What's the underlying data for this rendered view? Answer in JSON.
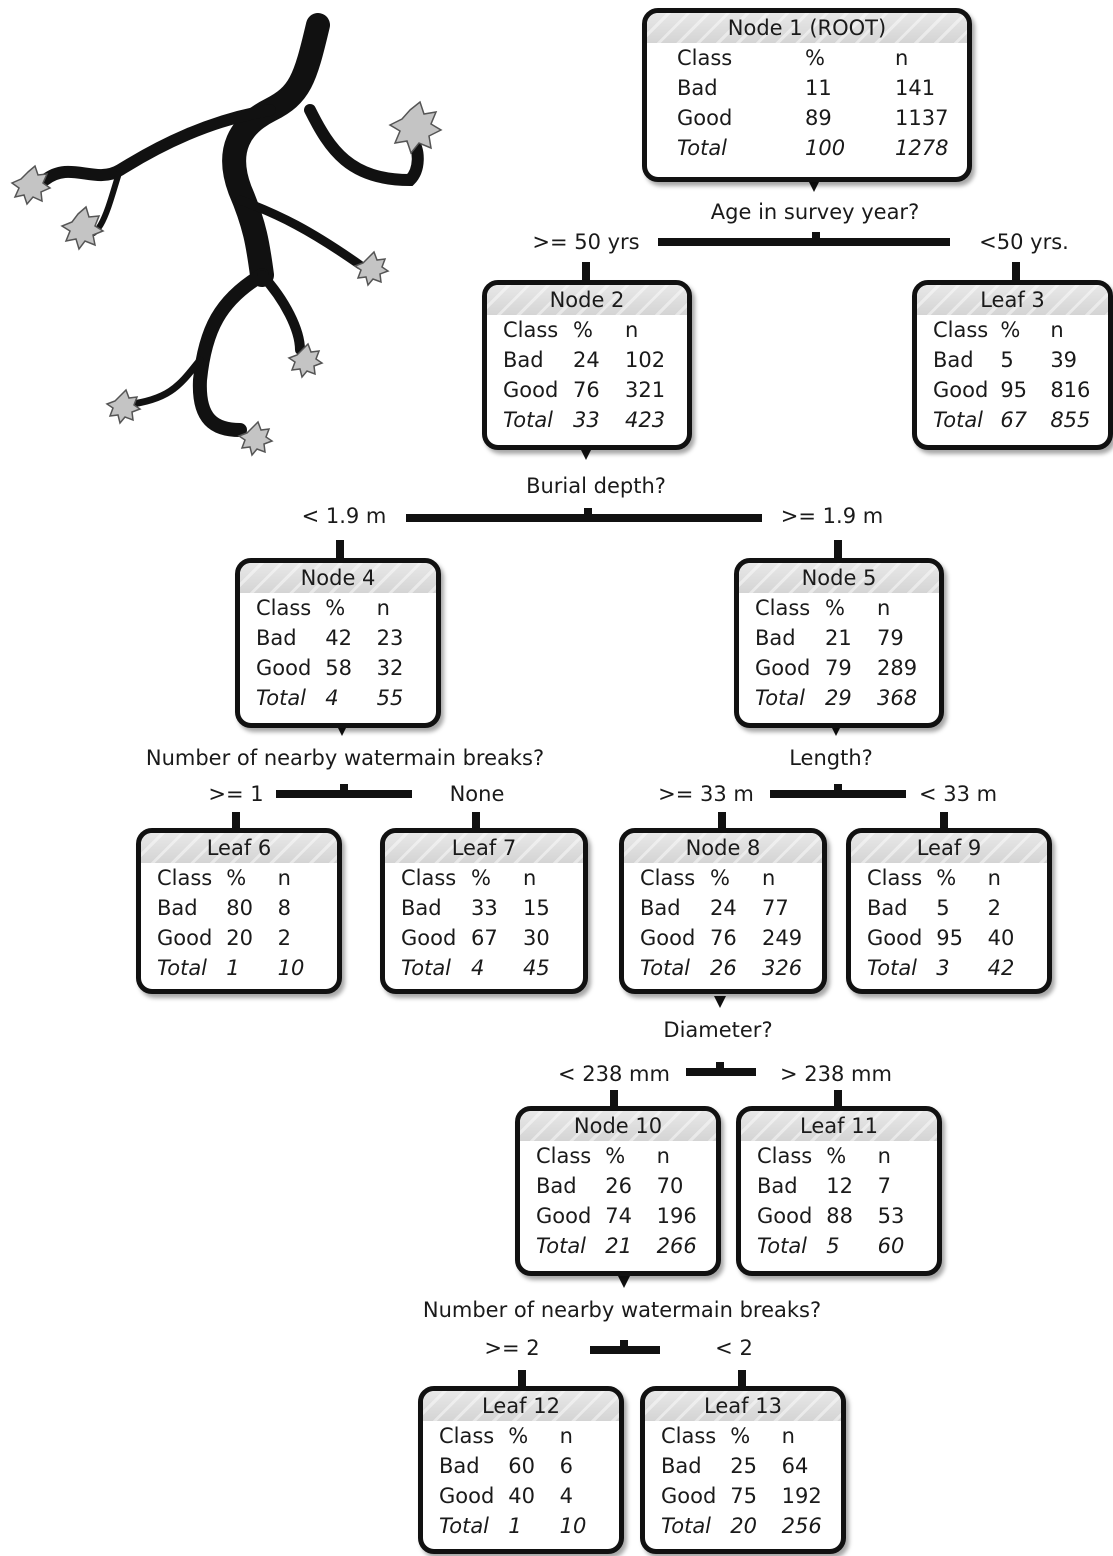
{
  "header": {
    "class": "Class",
    "pct": "%",
    "n": "n"
  },
  "nodes": {
    "n1": {
      "title": "Node 1 (ROOT)",
      "rows": [
        [
          "Bad",
          "11",
          "141"
        ],
        [
          "Good",
          "89",
          "1137"
        ],
        [
          "Total",
          "100",
          "1278"
        ]
      ]
    },
    "n2": {
      "title": "Node 2",
      "rows": [
        [
          "Bad",
          "24",
          "102"
        ],
        [
          "Good",
          "76",
          "321"
        ],
        [
          "Total",
          "33",
          "423"
        ]
      ]
    },
    "l3": {
      "title": "Leaf 3",
      "rows": [
        [
          "Bad",
          "5",
          "39"
        ],
        [
          "Good",
          "95",
          "816"
        ],
        [
          "Total",
          "67",
          "855"
        ]
      ]
    },
    "n4": {
      "title": "Node 4",
      "rows": [
        [
          "Bad",
          "42",
          "23"
        ],
        [
          "Good",
          "58",
          "32"
        ],
        [
          "Total",
          "4",
          "55"
        ]
      ]
    },
    "n5": {
      "title": "Node 5",
      "rows": [
        [
          "Bad",
          "21",
          "79"
        ],
        [
          "Good",
          "79",
          "289"
        ],
        [
          "Total",
          "29",
          "368"
        ]
      ]
    },
    "l6": {
      "title": "Leaf 6",
      "rows": [
        [
          "Bad",
          "80",
          "8"
        ],
        [
          "Good",
          "20",
          "2"
        ],
        [
          "Total",
          "1",
          "10"
        ]
      ]
    },
    "l7": {
      "title": "Leaf 7",
      "rows": [
        [
          "Bad",
          "33",
          "15"
        ],
        [
          "Good",
          "67",
          "30"
        ],
        [
          "Total",
          "4",
          "45"
        ]
      ]
    },
    "n8": {
      "title": "Node 8",
      "rows": [
        [
          "Bad",
          "24",
          "77"
        ],
        [
          "Good",
          "76",
          "249"
        ],
        [
          "Total",
          "26",
          "326"
        ]
      ]
    },
    "l9": {
      "title": "Leaf 9",
      "rows": [
        [
          "Bad",
          "5",
          "2"
        ],
        [
          "Good",
          "95",
          "40"
        ],
        [
          "Total",
          "3",
          "42"
        ]
      ]
    },
    "n10": {
      "title": "Node 10",
      "rows": [
        [
          "Bad",
          "26",
          "70"
        ],
        [
          "Good",
          "74",
          "196"
        ],
        [
          "Total",
          "21",
          "266"
        ]
      ]
    },
    "l11": {
      "title": "Leaf 11",
      "rows": [
        [
          "Bad",
          "12",
          "7"
        ],
        [
          "Good",
          "88",
          "53"
        ],
        [
          "Total",
          "5",
          "60"
        ]
      ]
    },
    "l12": {
      "title": "Leaf 12",
      "rows": [
        [
          "Bad",
          "60",
          "6"
        ],
        [
          "Good",
          "40",
          "4"
        ],
        [
          "Total",
          "1",
          "10"
        ]
      ]
    },
    "l13": {
      "title": "Leaf 13",
      "rows": [
        [
          "Bad",
          "25",
          "64"
        ],
        [
          "Good",
          "75",
          "192"
        ],
        [
          "Total",
          "20",
          "256"
        ]
      ]
    }
  },
  "splits": {
    "s1": {
      "question": "Age in survey year?",
      "left": ">= 50 yrs",
      "right": "<50 yrs."
    },
    "s2": {
      "question": "Burial depth?",
      "left": "< 1.9 m",
      "right": ">= 1.9 m"
    },
    "s4": {
      "question": "Number of nearby watermain breaks?",
      "left": ">= 1",
      "right": "None"
    },
    "s5": {
      "question": "Length?",
      "left": ">= 33 m",
      "right": "< 33 m"
    },
    "s8": {
      "question": "Diameter?",
      "left": "< 238 mm",
      "right": "> 238 mm"
    },
    "s10": {
      "question": "Number of nearby watermain breaks?",
      "left": ">= 2",
      "right": "< 2"
    }
  },
  "decoration": {
    "icon": "tree-branch-icon",
    "branch_color": "#111111",
    "leaf_color": "#bdbdbd"
  }
}
